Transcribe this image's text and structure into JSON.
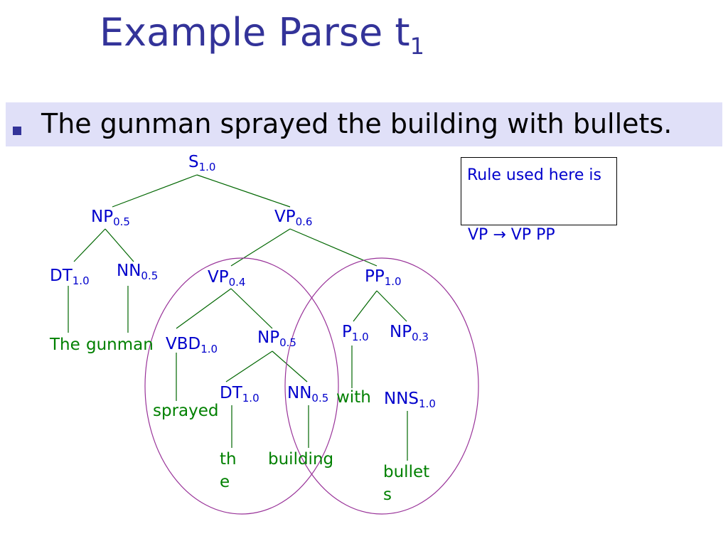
{
  "slide": {
    "title": "Example Parse t",
    "title_sub": "1",
    "bullet": "The gunman sprayed the building with bullets."
  },
  "tree": {
    "nodes": {
      "s": {
        "label": "S",
        "prob": "1.0"
      },
      "np_top": {
        "label": "NP",
        "prob": "0.5"
      },
      "vp_top": {
        "label": "VP",
        "prob": "0.6"
      },
      "dt_left": {
        "label": "DT",
        "prob": "1.0"
      },
      "nn_left": {
        "label": "NN",
        "prob": "0.5"
      },
      "vp_inner": {
        "label": "VP",
        "prob": "0.4"
      },
      "pp": {
        "label": "PP",
        "prob": "1.0"
      },
      "vbd": {
        "label": "VBD",
        "prob": "1.0"
      },
      "np_mid": {
        "label": "NP",
        "prob": "0.5"
      },
      "p": {
        "label": "P",
        "prob": "1.0"
      },
      "np_right": {
        "label": "NP",
        "prob": "0.3"
      },
      "dt_mid": {
        "label": "DT",
        "prob": "1.0"
      },
      "nn_mid": {
        "label": "NN",
        "prob": "0.5"
      },
      "nns": {
        "label": "NNS",
        "prob": "1.0"
      }
    },
    "words": {
      "the_cap": "The",
      "gunman": "gunman",
      "sprayed": "sprayed",
      "the_1": "th",
      "the_2": "e",
      "building": "building",
      "with": "with",
      "bullets_1": "bullet",
      "bullets_2": "s"
    }
  },
  "rule_box": {
    "text": "Rule used here is",
    "rule_lhs": "VP",
    "rule_arrow": "→",
    "rule_rhs": "VP PP"
  },
  "colors": {
    "title": "#333399",
    "nodes": "#0000cc",
    "words": "#008000",
    "edges": "#006600",
    "ellipses": "#993399",
    "bullet_bar": "#e0e0f8"
  }
}
